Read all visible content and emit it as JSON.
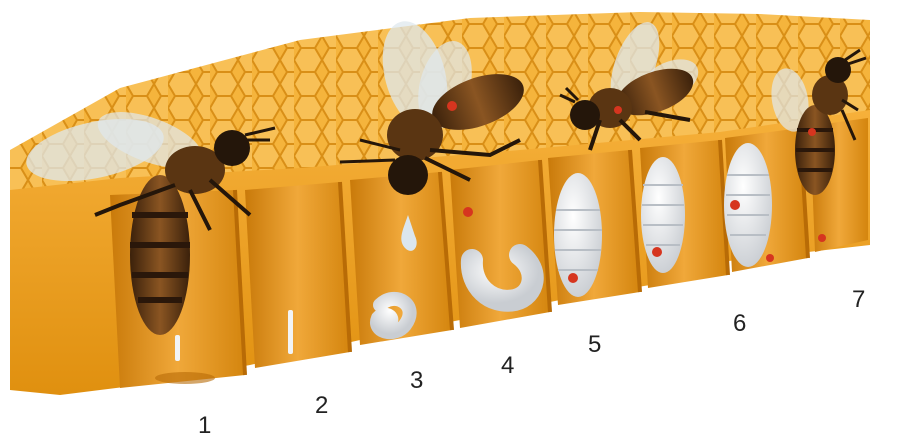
{
  "figure": {
    "stage_labels": [
      "1",
      "2",
      "3",
      "4",
      "5",
      "6",
      "7"
    ]
  },
  "colors": {
    "comb_top": "#f4b23a",
    "comb_face": "#f0a521",
    "comb_shadow": "#c87708",
    "cell_interior": "#e48f10",
    "larva": "#eef0f2",
    "pupa_eye": "#d6351f",
    "bee_body": "#6b3f17",
    "bee_stripe": "#2a170a",
    "wing": "#dfe8ee"
  }
}
